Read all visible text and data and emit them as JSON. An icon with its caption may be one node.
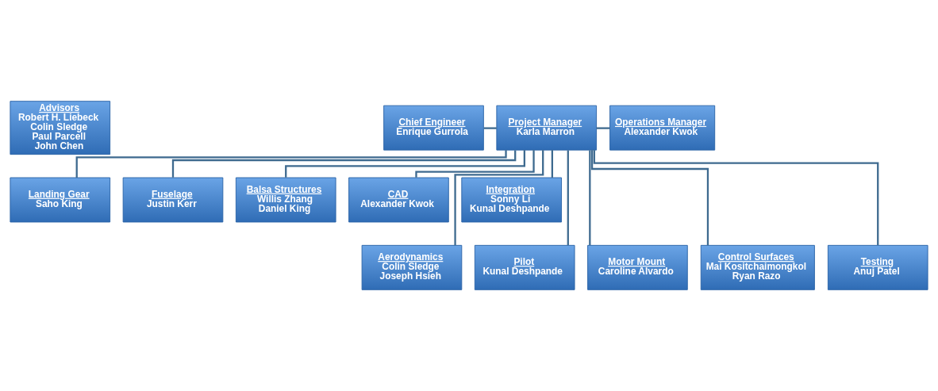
{
  "diagram": {
    "nodes": [
      {
        "text": [
          "Advisors",
          "Robert H. Liebeck",
          "Colin Sledge",
          "Paul Parcell",
          "John Chen"
        ]
      },
      {
        "text": [
          "Chief Engineer",
          "Enrique Gurrola"
        ]
      },
      {
        "text": [
          "Project Manager",
          "Karla Marron"
        ]
      },
      {
        "text": [
          "Operations Manager",
          "Alexander Kwok"
        ]
      },
      {
        "text": [
          "Landing Gear",
          "Saho King"
        ]
      },
      {
        "text": [
          "Fuselage",
          "Justin Kerr"
        ]
      },
      {
        "text": [
          "Balsa Structures",
          "Willis Zhang",
          "Daniel King"
        ]
      },
      {
        "text": [
          "CAD",
          "Alexander Kwok"
        ]
      },
      {
        "text": [
          "Integration",
          "Sonny Li",
          "Kunal Deshpande"
        ]
      },
      {
        "text": [
          "Aerodynamics",
          "Colin Sledge",
          "Joseph Hsieh"
        ]
      },
      {
        "text": [
          "Pilot",
          "Kunal Deshpande"
        ]
      },
      {
        "text": [
          "Motor Mount",
          "Caroline Alvardo"
        ]
      },
      {
        "text": [
          "Control Surfaces",
          "Mai Kositchaimongkol",
          "Ryan Razo"
        ]
      },
      {
        "text": [
          "Testing",
          "Anuj Patel"
        ]
      }
    ],
    "edges": [
      {
        "from": 1,
        "to": 2,
        "arrow": "none"
      },
      {
        "from": 2,
        "to": 3,
        "arrow": "none"
      },
      {
        "from": 2,
        "to": 4,
        "arrow": "none"
      },
      {
        "from": 2,
        "to": 5,
        "arrow": "none"
      },
      {
        "from": 2,
        "to": 6,
        "arrow": "none"
      },
      {
        "from": 2,
        "to": 7,
        "arrow": "none"
      },
      {
        "from": 2,
        "to": 8,
        "arrow": "none"
      },
      {
        "from": 2,
        "to": 9,
        "arrow": "none"
      },
      {
        "from": 2,
        "to": 10,
        "arrow": "none"
      },
      {
        "from": 2,
        "to": 11,
        "arrow": "none"
      },
      {
        "from": 2,
        "to": 12,
        "arrow": "none"
      },
      {
        "from": 2,
        "to": 13,
        "arrow": "none"
      }
    ]
  }
}
